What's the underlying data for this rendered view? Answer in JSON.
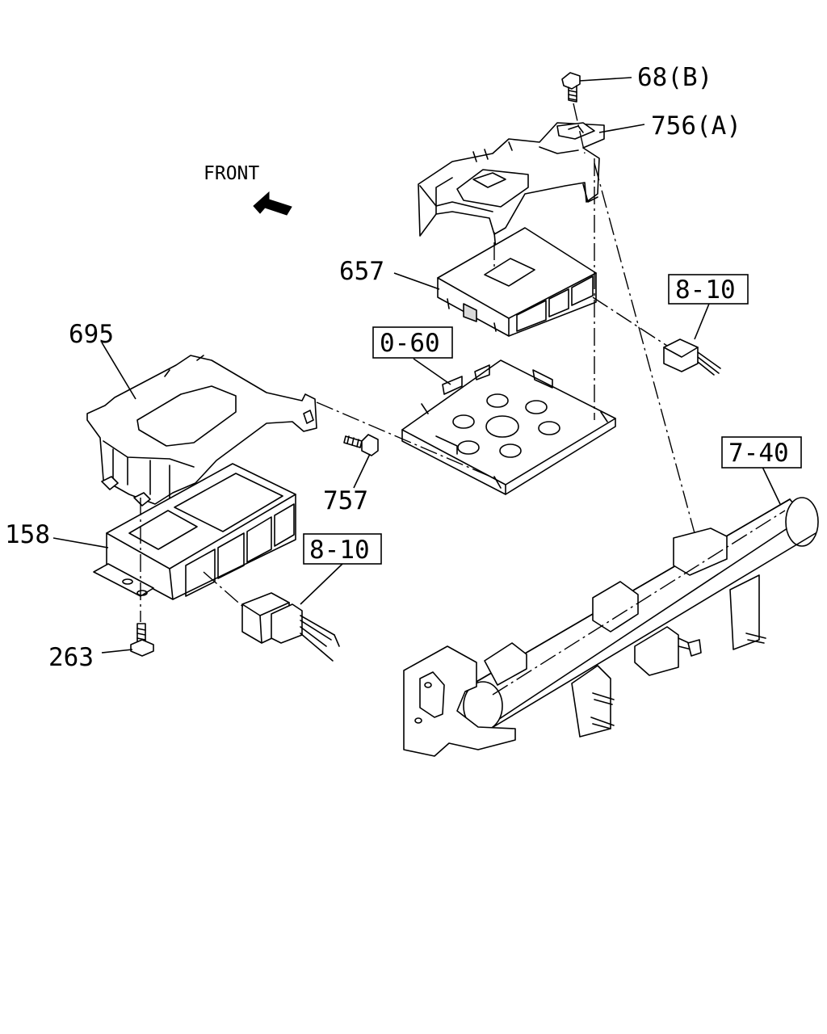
{
  "orientation": {
    "front_text": "FRONT",
    "arrow_icon": "front-arrow-icon"
  },
  "part_labels": {
    "p68b": "68(B)",
    "p756a": "756(A)",
    "p657": "657",
    "p695": "695",
    "p757": "757",
    "p158": "158",
    "p263": "263"
  },
  "reference_boxes": {
    "ref_8_10_top": "8-10",
    "ref_0_60": "0-60",
    "ref_8_10_bottom": "8-10",
    "ref_7_40": "7-40"
  },
  "colors": {
    "line": "#000000",
    "background": "#ffffff",
    "shading": "#d9d9d9"
  }
}
